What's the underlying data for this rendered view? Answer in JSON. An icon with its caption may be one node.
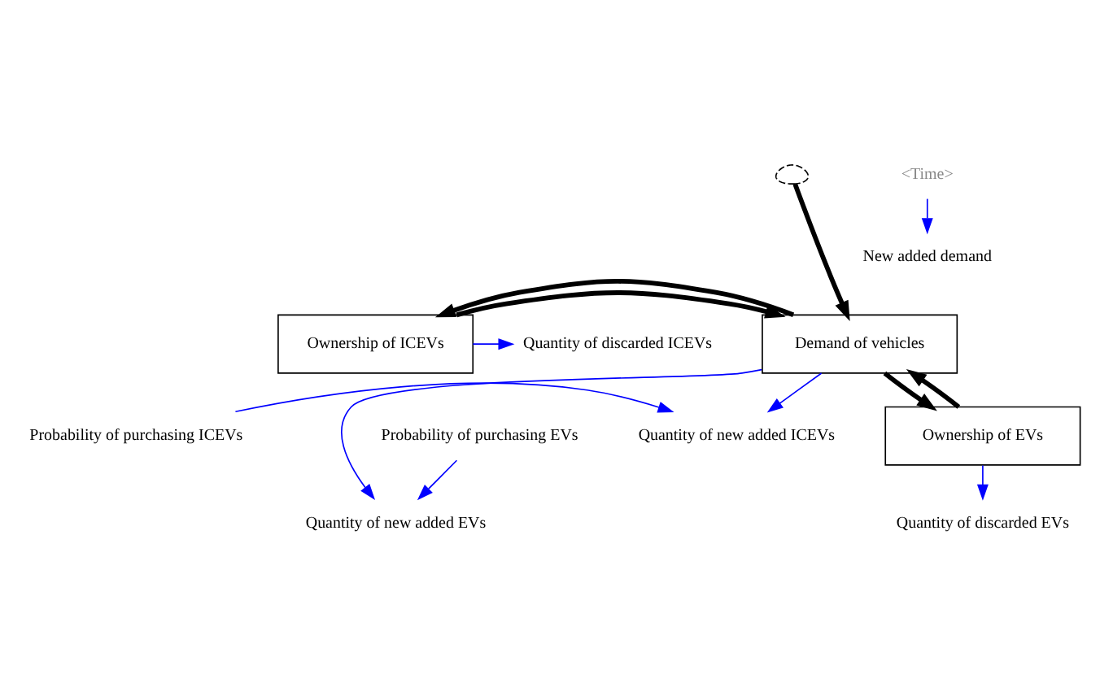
{
  "diagram": {
    "nodes": [
      {
        "text": [
          "Ownership of ICEVs"
        ]
      },
      {
        "text": [
          "Demand of vehicles"
        ]
      },
      {
        "text": [
          "Ownership of EVs"
        ]
      },
      {
        "text": [],
        "shape": "cloud"
      },
      {
        "text": [
          "<Time>"
        ]
      },
      {
        "text": [
          "New added demand"
        ]
      },
      {
        "text": [
          "Quantity of discarded ICEVs"
        ]
      },
      {
        "text": [
          "Quantity of new added ICEVs"
        ]
      },
      {
        "text": [
          "Probability of purchasing ICEVs"
        ]
      },
      {
        "text": [
          "Quantity of new added EVs"
        ]
      },
      {
        "text": [
          "Quantity of discarded EVs"
        ]
      },
      {
        "text": [
          "Probability of purchasing EVs"
        ]
      }
    ],
    "edges": [
      {
        "from": 3,
        "to": 1,
        "arrow": "to",
        "style": "thick",
        "color": "#000000"
      },
      {
        "from": 4,
        "to": 5,
        "arrow": "to"
      },
      {
        "from": 0,
        "to": 1,
        "arrow": "to",
        "style": "thick",
        "color": "#000000"
      },
      {
        "from": 1,
        "to": 0,
        "arrow": "to",
        "style": "thick",
        "color": "#000000"
      },
      {
        "from": 0,
        "to": 6,
        "arrow": "to"
      },
      {
        "from": 1,
        "to": 7,
        "arrow": "to"
      },
      {
        "from": 8,
        "to": 7,
        "arrow": "to"
      },
      {
        "from": 1,
        "to": 2,
        "arrow": "to",
        "style": "thick",
        "color": "#000000"
      },
      {
        "from": 2,
        "to": 1,
        "arrow": "to",
        "style": "thick",
        "color": "#000000"
      },
      {
        "from": 1,
        "to": 9,
        "arrow": "to"
      },
      {
        "from": 11,
        "to": 9,
        "arrow": "to"
      },
      {
        "from": 2,
        "to": 10,
        "arrow": "to"
      }
    ]
  }
}
